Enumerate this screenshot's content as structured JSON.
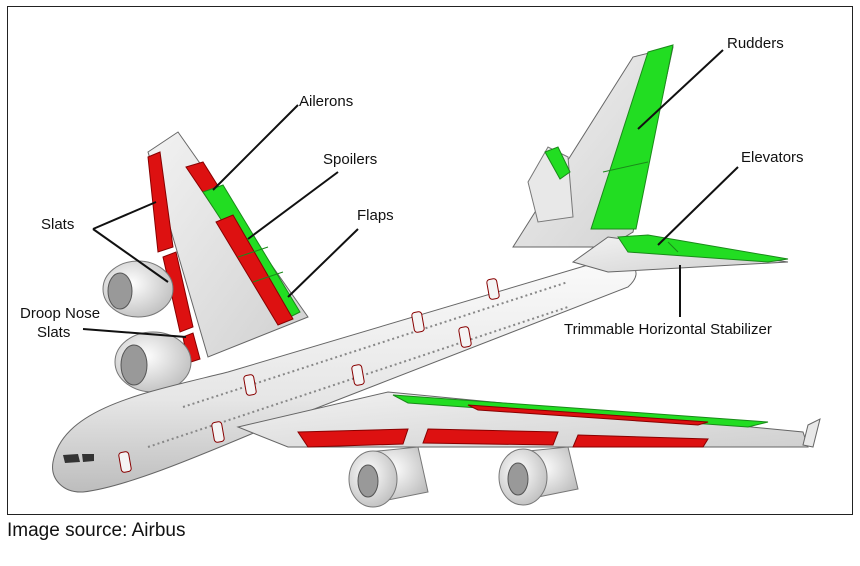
{
  "diagram": {
    "labels": {
      "rudders": "Rudders",
      "ailerons": "Ailerons",
      "spoilers": "Spoilers",
      "slats": "Slats",
      "flaps": "Flaps",
      "elevators": "Elevators",
      "droop_nose_line1": "Droop Nose",
      "droop_nose_line2": "Slats",
      "trimmable_stabilizer": "Trimmable Horizontal Stabilizer"
    },
    "colors": {
      "moving_surface_green": "#22dd22",
      "leading_edge_red": "#dd1111",
      "airframe": "#eeeeee",
      "outline": "#555555"
    }
  },
  "caption": "Image source: Airbus"
}
